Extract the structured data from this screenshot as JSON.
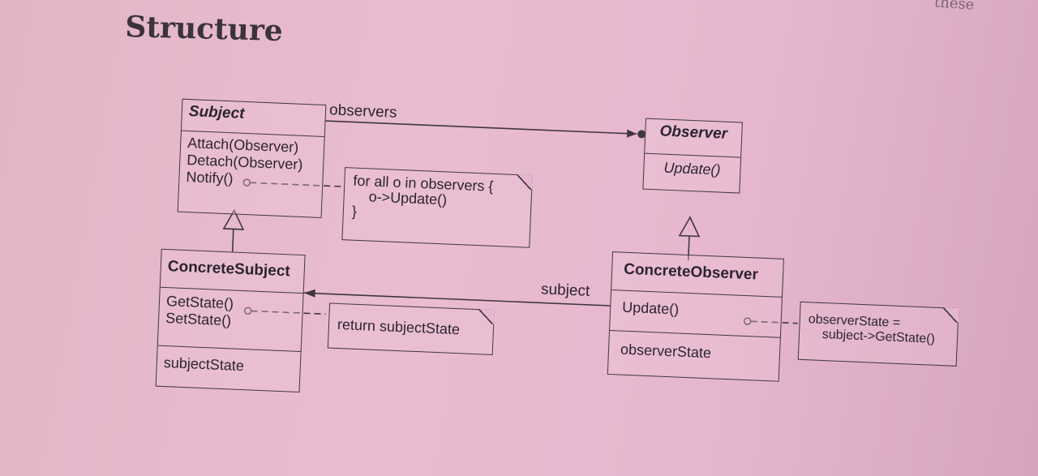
{
  "page": {
    "title": "Structure",
    "corner_text": "these"
  },
  "diagram": {
    "subject": {
      "name": "Subject",
      "operations": [
        "Attach(Observer)",
        "Detach(Observer)",
        "Notify()"
      ]
    },
    "observer": {
      "name": "Observer",
      "operations": [
        "Update()"
      ]
    },
    "concrete_subject": {
      "name": "ConcreteSubject",
      "operations": [
        "GetState()",
        "SetState()"
      ],
      "attributes": [
        "subjectState"
      ]
    },
    "concrete_observer": {
      "name": "ConcreteObserver",
      "operations": [
        "Update()"
      ],
      "attributes": [
        "observerState"
      ]
    },
    "notes": {
      "notify": [
        "for all o in observers {",
        "    o->Update()",
        "}"
      ],
      "get_state": "return subjectState",
      "update": [
        "observerState =",
        "    subject->GetState()"
      ]
    },
    "associations": {
      "observers": "observers",
      "subject": "subject"
    }
  }
}
